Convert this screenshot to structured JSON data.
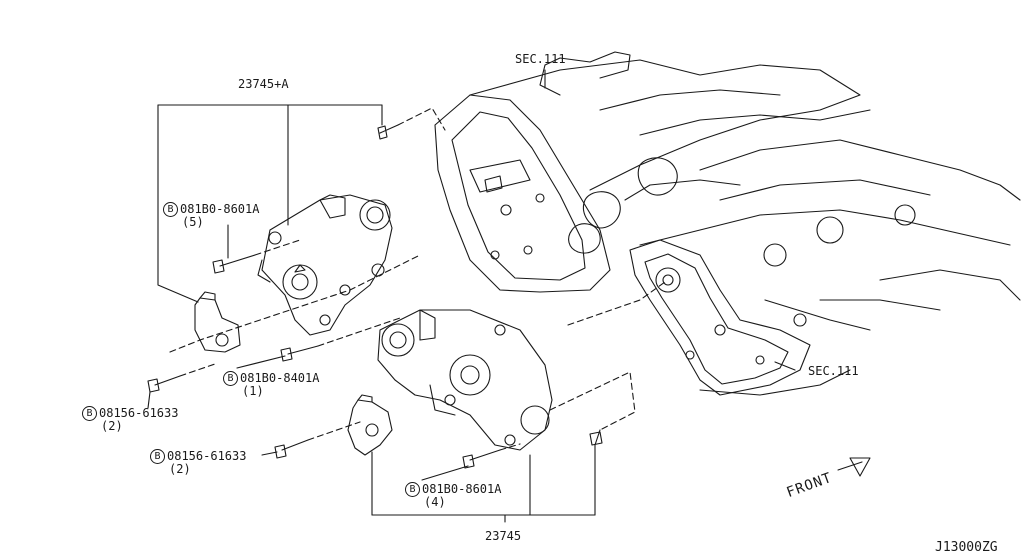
{
  "labels": {
    "top_assembly": "23745+A",
    "bottom_assembly": "23745",
    "sec_top": "SEC.111",
    "sec_right": "SEC.111",
    "front": "FRONT",
    "diagram_code": "J13000ZG"
  },
  "callouts": [
    {
      "id": "bolt-8601a-5",
      "mark": "B",
      "part": "081B0-8601A",
      "qty": "(5)"
    },
    {
      "id": "bolt-8401a-1",
      "mark": "B",
      "part": "081B0-8401A",
      "qty": "(1)"
    },
    {
      "id": "bolt-61633-upper",
      "mark": "B",
      "part": "08156-61633",
      "qty": "(2)"
    },
    {
      "id": "bolt-61633-lower",
      "mark": "B",
      "part": "08156-61633",
      "qty": "(2)"
    },
    {
      "id": "bolt-8601a-4",
      "mark": "B",
      "part": "081B0-8601A",
      "qty": "(4)"
    }
  ],
  "style": {
    "line_color": "#1a1a1a",
    "background": "#ffffff"
  }
}
